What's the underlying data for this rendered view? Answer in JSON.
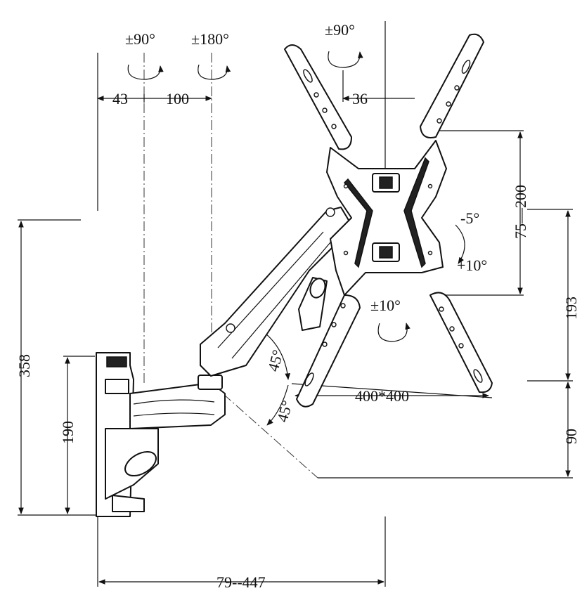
{
  "dimensions": {
    "rot_pivot1": "±90°",
    "rot_pivot2": "±180°",
    "rot_head": "±90°",
    "offset_43": "43",
    "offset_100": "100",
    "offset_36": "36",
    "vesa_vertical": "75—200",
    "tilt_up": "-5°",
    "tilt_down": "+10°",
    "swivel_bottom": "±10°",
    "height_193": "193",
    "height_358": "358",
    "height_190": "190",
    "height_90": "90",
    "vesa_max": "400*400",
    "angle_up": "45°",
    "angle_down": "45°",
    "extension": "79--447"
  }
}
